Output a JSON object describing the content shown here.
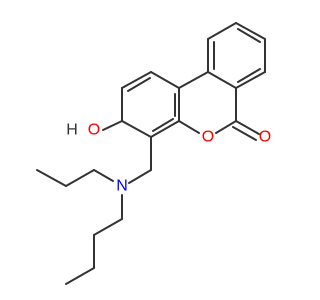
{
  "molecule": {
    "type": "structural-formula",
    "atoms": {
      "hydroxyl_h": "H",
      "hydroxyl_o": "O",
      "ring_o": "O",
      "carbonyl_o": "O",
      "amine_n": "N"
    },
    "colors": {
      "bond": "#333333",
      "oxygen": "#ff0000",
      "nitrogen": "#0000ff",
      "hydrogen": "#333333",
      "background": "#ffffff"
    }
  }
}
